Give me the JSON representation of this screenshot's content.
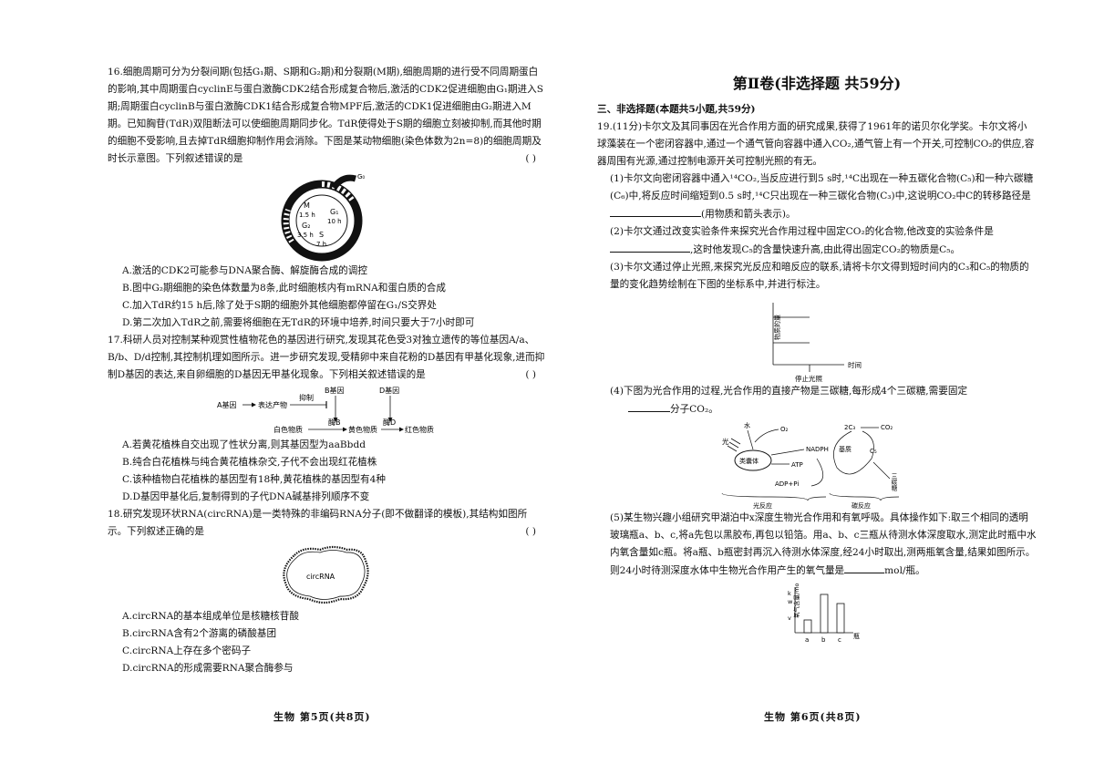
{
  "left": {
    "q16": {
      "stem": "16.细胞周期可分为分裂间期(包括G₁期、S期和G₂期)和分裂期(M期),细胞周期的进行受不同周期蛋白的影响,其中周期蛋白cyclinE与蛋白激酶CDK2结合形成复合物后,激活的CDK2促进细胞由G₁期进入S期;周期蛋白cyclinB与蛋白激酶CDK1结合形成复合物MPF后,激活的CDK1促进细胞由G₂期进入M期。已知胸苷(TdR)双阻断法可以使细胞周期同步化。TdR使得处于S期的细胞立刻被抑制,而其他时期的细胞不受影响,且去掉TdR细胞抑制作用会消除。下图是某动物细胞(染色体数为2n=8)的细胞周期及时长示意图。下列叙述错误的是",
      "bracket": "(      )",
      "fig": {
        "g0": "G₀",
        "m": "M",
        "m_t": "1.5 h",
        "g2": "G₂",
        "g2_t": "3.5 h",
        "g1": "G₁",
        "g1_t": "10 h",
        "s": "S",
        "s_t": "7 h"
      },
      "options": [
        "A.激活的CDK2可能参与DNA聚合酶、解旋酶合成的调控",
        "B.图中G₂期细胞的染色体数量为8条,此时细胞核内有mRNA和蛋白质的合成",
        "C.加入TdR约15 h后,除了处于S期的细胞外其他细胞都停留在G₁/S交界处",
        "D.第二次加入TdR之前,需要将细胞在无TdR的环境中培养,时间只要大于7小时即可"
      ]
    },
    "q17": {
      "stem": "17.科研人员对控制某种观赏性植物花色的基因进行研究,发现其花色受3对独立遗传的等位基因A/a、B/b、D/d控制,其控制机理如图所示。进一步研究发现,受精卵中来自花粉的D基因有甲基化现象,进而抑制D基因的表达,来自卵细胞的D基因无甲基化现象。下列相关叙述错误的是",
      "bracket": "(      )",
      "fig": {
        "a_gene": "A基因",
        "product": "表达产物",
        "inhibit": "抑制",
        "b_gene": "B基因",
        "d_gene": "D基因",
        "white": "白色物质",
        "enz_b": "酶B",
        "yellow": "黄色物质",
        "enz_d": "酶D",
        "red": "红色物质"
      },
      "options": [
        "A.若黄花植株自交出现了性状分离,则其基因型为aaBbdd",
        "B.纯合白花植株与纯合黄花植株杂交,子代不会出现红花植株",
        "C.该种植物白花植株的基因型有18种,黄花植株的基因型有4种",
        "D.D基因甲基化后,复制得到的子代DNA碱基排列顺序不变"
      ]
    },
    "q18": {
      "stem": "18.研究发现环状RNA(circRNA)是一类特殊的非编码RNA分子(即不做翻译的模板),其结构如图所示。下列叙述正确的是",
      "bracket": "(      )",
      "fig": {
        "label": "circRNA"
      },
      "options": [
        "A.circRNA的基本组成单位是核糖核苷酸",
        "B.circRNA含有2个游离的磷酸基团",
        "C.circRNA上存在多个密码子",
        "D.circRNA的形成需要RNA聚合酶参与"
      ]
    },
    "footer": "生物   第5页(共8页)"
  },
  "right": {
    "title": "第Ⅱ卷(非选择题   共59分)",
    "section": "三、非选择题(本题共5小题,共59分)",
    "q19_intro": "19.(11分)卡尔文及其同事因在光合作用方面的研究成果,获得了1961年的诺贝尔化学奖。卡尔文将小球藻装在一个密闭容器中,通过一个通气管向容器中通入CO₂,通气管上有一个开关,可控制CO₂的供应,容器周围有光源,通过控制电源开关可控制光照的有无。",
    "sub1a": "(1)卡尔文向密闭容器中通入¹⁴CO₂,当反应进行到5 s时,¹⁴C出现在一种五碳化合物(C₅)和一种六碳糖(C₆)中,将反应时间缩短到0.5 s时,¹⁴C只出现在一种三碳化合物(C₃)中,这说明CO₂中C的转移路径是",
    "sub1b": "(用物质和箭头表示)。",
    "sub2a": "(2)卡尔文通过改变实验条件来探究光合作用过程中固定CO₂的化合物,他改变的实验条件是",
    "sub2b": ",这时他发现C₅的含量快速升高,由此得出固定CO₂的物质是C₅。",
    "sub3": "(3)卡尔文通过停止光照,来探究光反应和暗反应的联系,请将卡尔文得到短时间内的C₃和C₅的物质的量的变化趋势绘制在下图的坐标系中,并进行标注。",
    "fig3": {
      "ylabel": "物质的量",
      "xlabel": "时间",
      "mark": "停止光照"
    },
    "sub4a": "(4)下图为光合作用的过程,光合作用的直接产物是三碳糖,每形成4个三碳糖,需要固定",
    "sub4b": "分子CO₂。",
    "fig4": {
      "light": "光",
      "water": "水",
      "o2": "O₂",
      "thylakoid": "类囊体",
      "nadph": "NADPH",
      "stroma": "基质",
      "atp": "ATP",
      "adp": "ADP+Pi",
      "c3x2": "2C₃",
      "co2": "CO₂",
      "c5": "C₅",
      "sugar": "三碳糖",
      "light_rxn": "光反应",
      "dark_rxn": "碳反应"
    },
    "sub5a": "(5)某生物兴趣小组研究甲湖泊中x深度生物光合作用和有氧呼吸。具体操作如下:取三个相同的透明玻璃瓶a、b、c,将a先包以黑胶布,再包以铅箔。用a、b、c三瓶从待测水体深度取水,测定此时瓶中水内氧含量如c瓶。将a瓶、b瓶密封再沉入待测水体深度,经24小时取出,测两瓶氧含量,结果如图所示。则24小时待测深度水体中生物光合作用产生的氧气量是",
    "sub5b": "mol/瓶。",
    "fig5": {
      "ylabel": "氧气含量/mol",
      "k": "k",
      "w": "w",
      "v": "v",
      "a": "a",
      "b": "b",
      "c": "c",
      "bottle": "瓶"
    },
    "footer": "生物   第6页(共8页)"
  }
}
